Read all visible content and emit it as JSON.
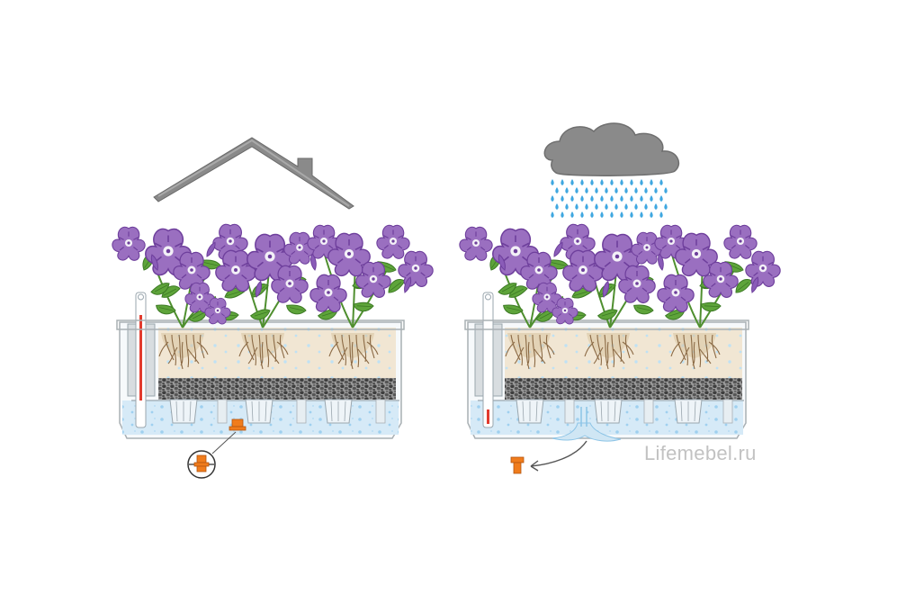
{
  "watermark": {
    "text": "Lifemebel.ru"
  },
  "colors": {
    "roof": "#7f7f7f",
    "cloud": "#8a8a8a",
    "rain": "#3fa7e0",
    "petal": "#9a6fc0",
    "petal_dark": "#6e3f9c",
    "petal_center": "#f3f0f7",
    "leaf": "#5ea43a",
    "leaf_dark": "#3d7a25",
    "soil": "#f1e6d3",
    "root": "#8b6a45",
    "granules": "#4a4a4a",
    "water": "#cfe6f4",
    "container": "#b8b8b8",
    "plug": "#f07c1c",
    "gauge": "#e23b2e"
  },
  "panels": [
    {
      "name": "sheltered-planter",
      "top_icon": "house-roof-icon",
      "drain_state": "closed"
    },
    {
      "name": "rain-planter",
      "top_icon": "rain-cloud-icon",
      "drain_state": "open"
    }
  ]
}
